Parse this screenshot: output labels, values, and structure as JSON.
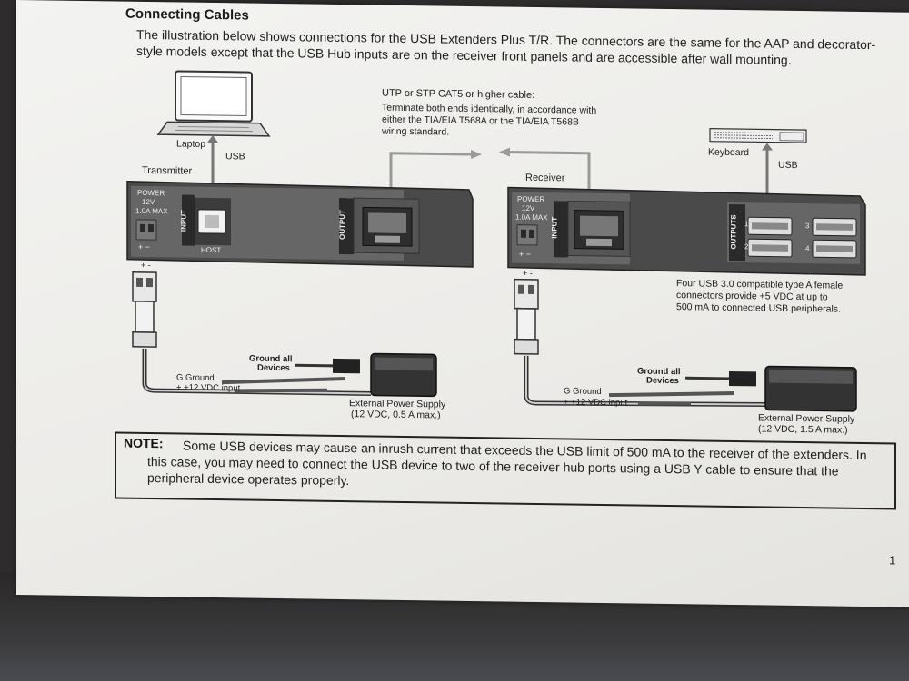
{
  "section_title": "Connecting Cables",
  "intro_text": "The illustration below shows connections for the USB Extenders Plus T/R. The connectors are the same for the AAP and decorator-style models except that the USB Hub inputs are on the receiver front panels and are accessible after wall mounting.",
  "diagram": {
    "cable_title": "UTP or STP CAT5 or higher cable:",
    "cable_desc_1": "Terminate both ends identically, in accordance with",
    "cable_desc_2": "either the TIA/EIA T568A or the TIA/EIA T568B",
    "cable_desc_3": "wiring standard.",
    "laptop": "Laptop",
    "usb": "USB",
    "transmitter": "Transmitter",
    "receiver": "Receiver",
    "keyboard": "Keyboard",
    "power": "POWER",
    "power_volts": "12V",
    "power_max": "1.0A MAX",
    "input": "INPUT",
    "output": "OUTPUT",
    "outputs": "OUTPUTS",
    "host": "HOST",
    "plus_minus": "+ −",
    "plus_minus_small": "+ -",
    "port_1": "1",
    "port_2": "2",
    "port_3": "3",
    "port_4": "4",
    "usb_ports_desc_1": "Four USB 3.0 compatible type A female",
    "usb_ports_desc_2": "connectors provide +5 VDC at up to",
    "usb_ports_desc_3": "500 mA to connected USB peripherals.",
    "ground_all": "Ground all",
    "devices": "Devices",
    "g_ground": "G  Ground",
    "vdc_input": "+  +12 VDC input",
    "ext_psu": "External Power Supply",
    "psu_tx_rating": "(12 VDC, 0.5 A max.)",
    "psu_rx_rating": "(12 VDC, 1.5 A max.)"
  },
  "note": {
    "keyword": "NOTE:",
    "text": "Some USB devices may cause an inrush current that exceeds the USB limit of 500 mA to the receiver of the extenders. In this case, you may need to connect the USB device to two of the receiver hub ports using a USB Y cable to ensure that the peripheral device operates properly."
  },
  "page_number": "1"
}
